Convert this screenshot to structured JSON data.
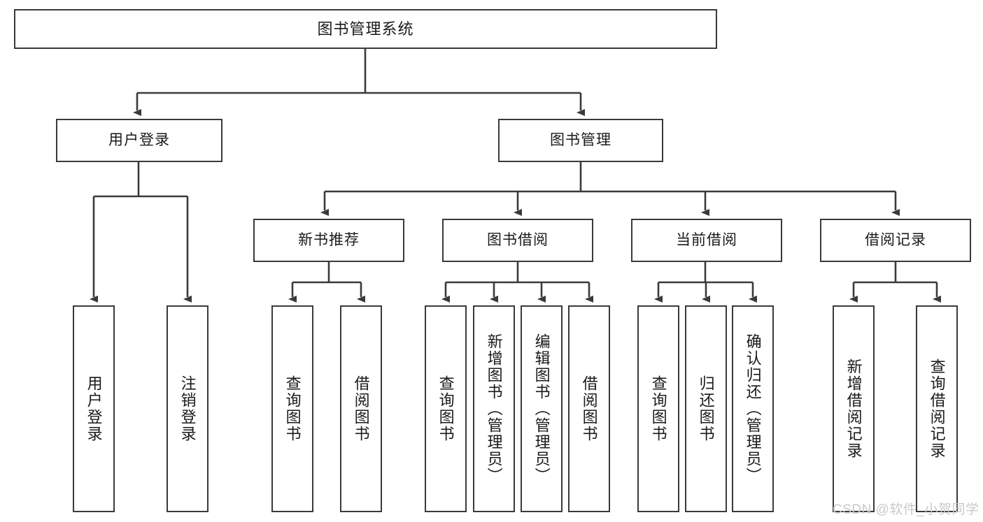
{
  "diagram": {
    "title": "图书管理系统",
    "type": "hierarchy-tree",
    "root": {
      "label": "图书管理系统"
    },
    "level2": [
      {
        "label": "用户登录"
      },
      {
        "label": "图书管理"
      }
    ],
    "level3": [
      {
        "label": "新书推荐"
      },
      {
        "label": "图书借阅"
      },
      {
        "label": "当前借阅"
      },
      {
        "label": "借阅记录"
      }
    ],
    "leaves": {
      "user_login": [
        {
          "label": "用户登录"
        },
        {
          "label": "注销登录"
        }
      ],
      "new_book_recommend": [
        {
          "label": "查询图书"
        },
        {
          "label": "借阅图书"
        }
      ],
      "book_borrow": [
        {
          "label": "查询图书"
        },
        {
          "label": "新增图书（管理员）"
        },
        {
          "label": "编辑图书（管理员）"
        },
        {
          "label": "借阅图书"
        }
      ],
      "current_borrow": [
        {
          "label": "查询图书"
        },
        {
          "label": "归还图书"
        },
        {
          "label": "确认归还（管理员）"
        }
      ],
      "borrow_record": [
        {
          "label": "新增借阅记录"
        },
        {
          "label": "查询借阅记录"
        }
      ]
    }
  },
  "watermark": {
    "text": "CSDN @软件_小贺同学"
  },
  "colors": {
    "border": "#3a3a3a",
    "background": "#ffffff",
    "text": "#1a1a1a",
    "watermark": "#c9c9c9"
  }
}
